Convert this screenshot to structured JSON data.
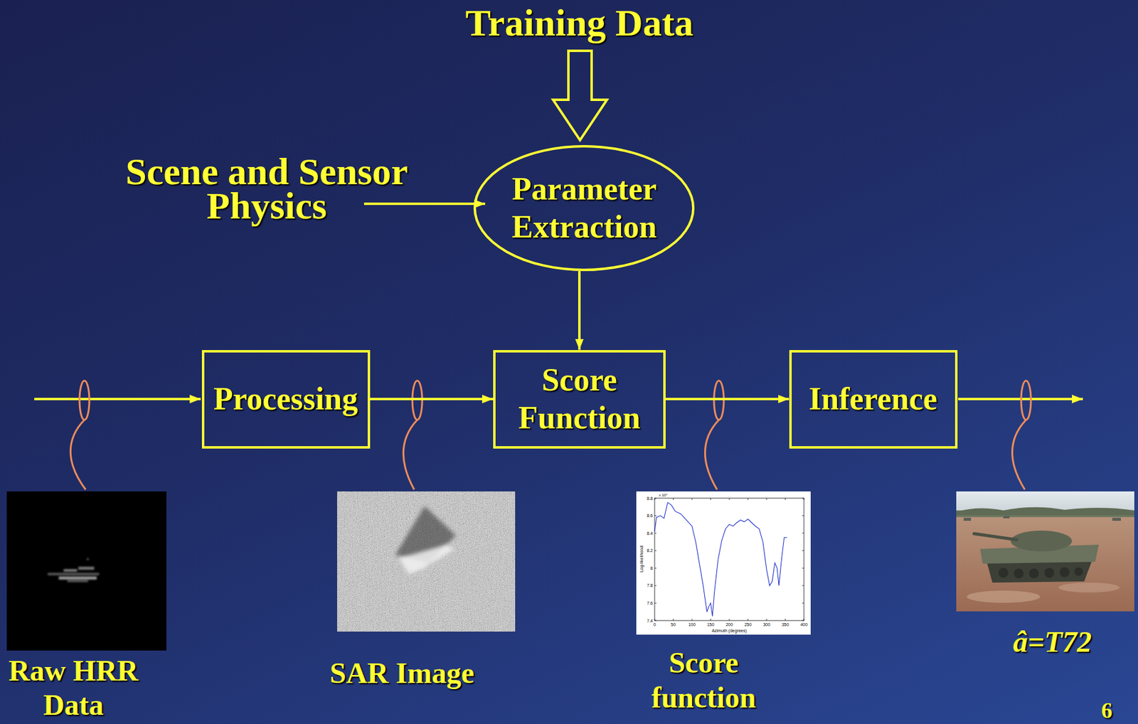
{
  "diagram": {
    "nodes": [
      {
        "text": [
          "Parameter Extraction"
        ]
      },
      {
        "text": [
          "Processing"
        ]
      },
      {
        "text": [
          "Score Function"
        ]
      },
      {
        "text": [
          "Inference"
        ]
      }
    ],
    "edges": [
      {
        "from": 1,
        "to": 2,
        "arrow": "to"
      },
      {
        "from": 2,
        "to": 3,
        "arrow": "to"
      },
      {
        "from": 0,
        "to": 2,
        "arrow": "to"
      }
    ],
    "labels": [
      "Training Data",
      "Scene and Sensor Physics",
      "Raw HRR Data",
      "SAR Image",
      "Score function",
      "â=T72",
      "6",
      "x 10⁴",
      "8.8",
      "8.6",
      "8.4",
      "8.2",
      "8",
      "7.8",
      "7.6",
      "7.4",
      "0",
      "50",
      "100",
      "150",
      "200",
      "250",
      "300",
      "350",
      "400",
      "Log-likelihood",
      "Azimuth (degrees)"
    ]
  }
}
